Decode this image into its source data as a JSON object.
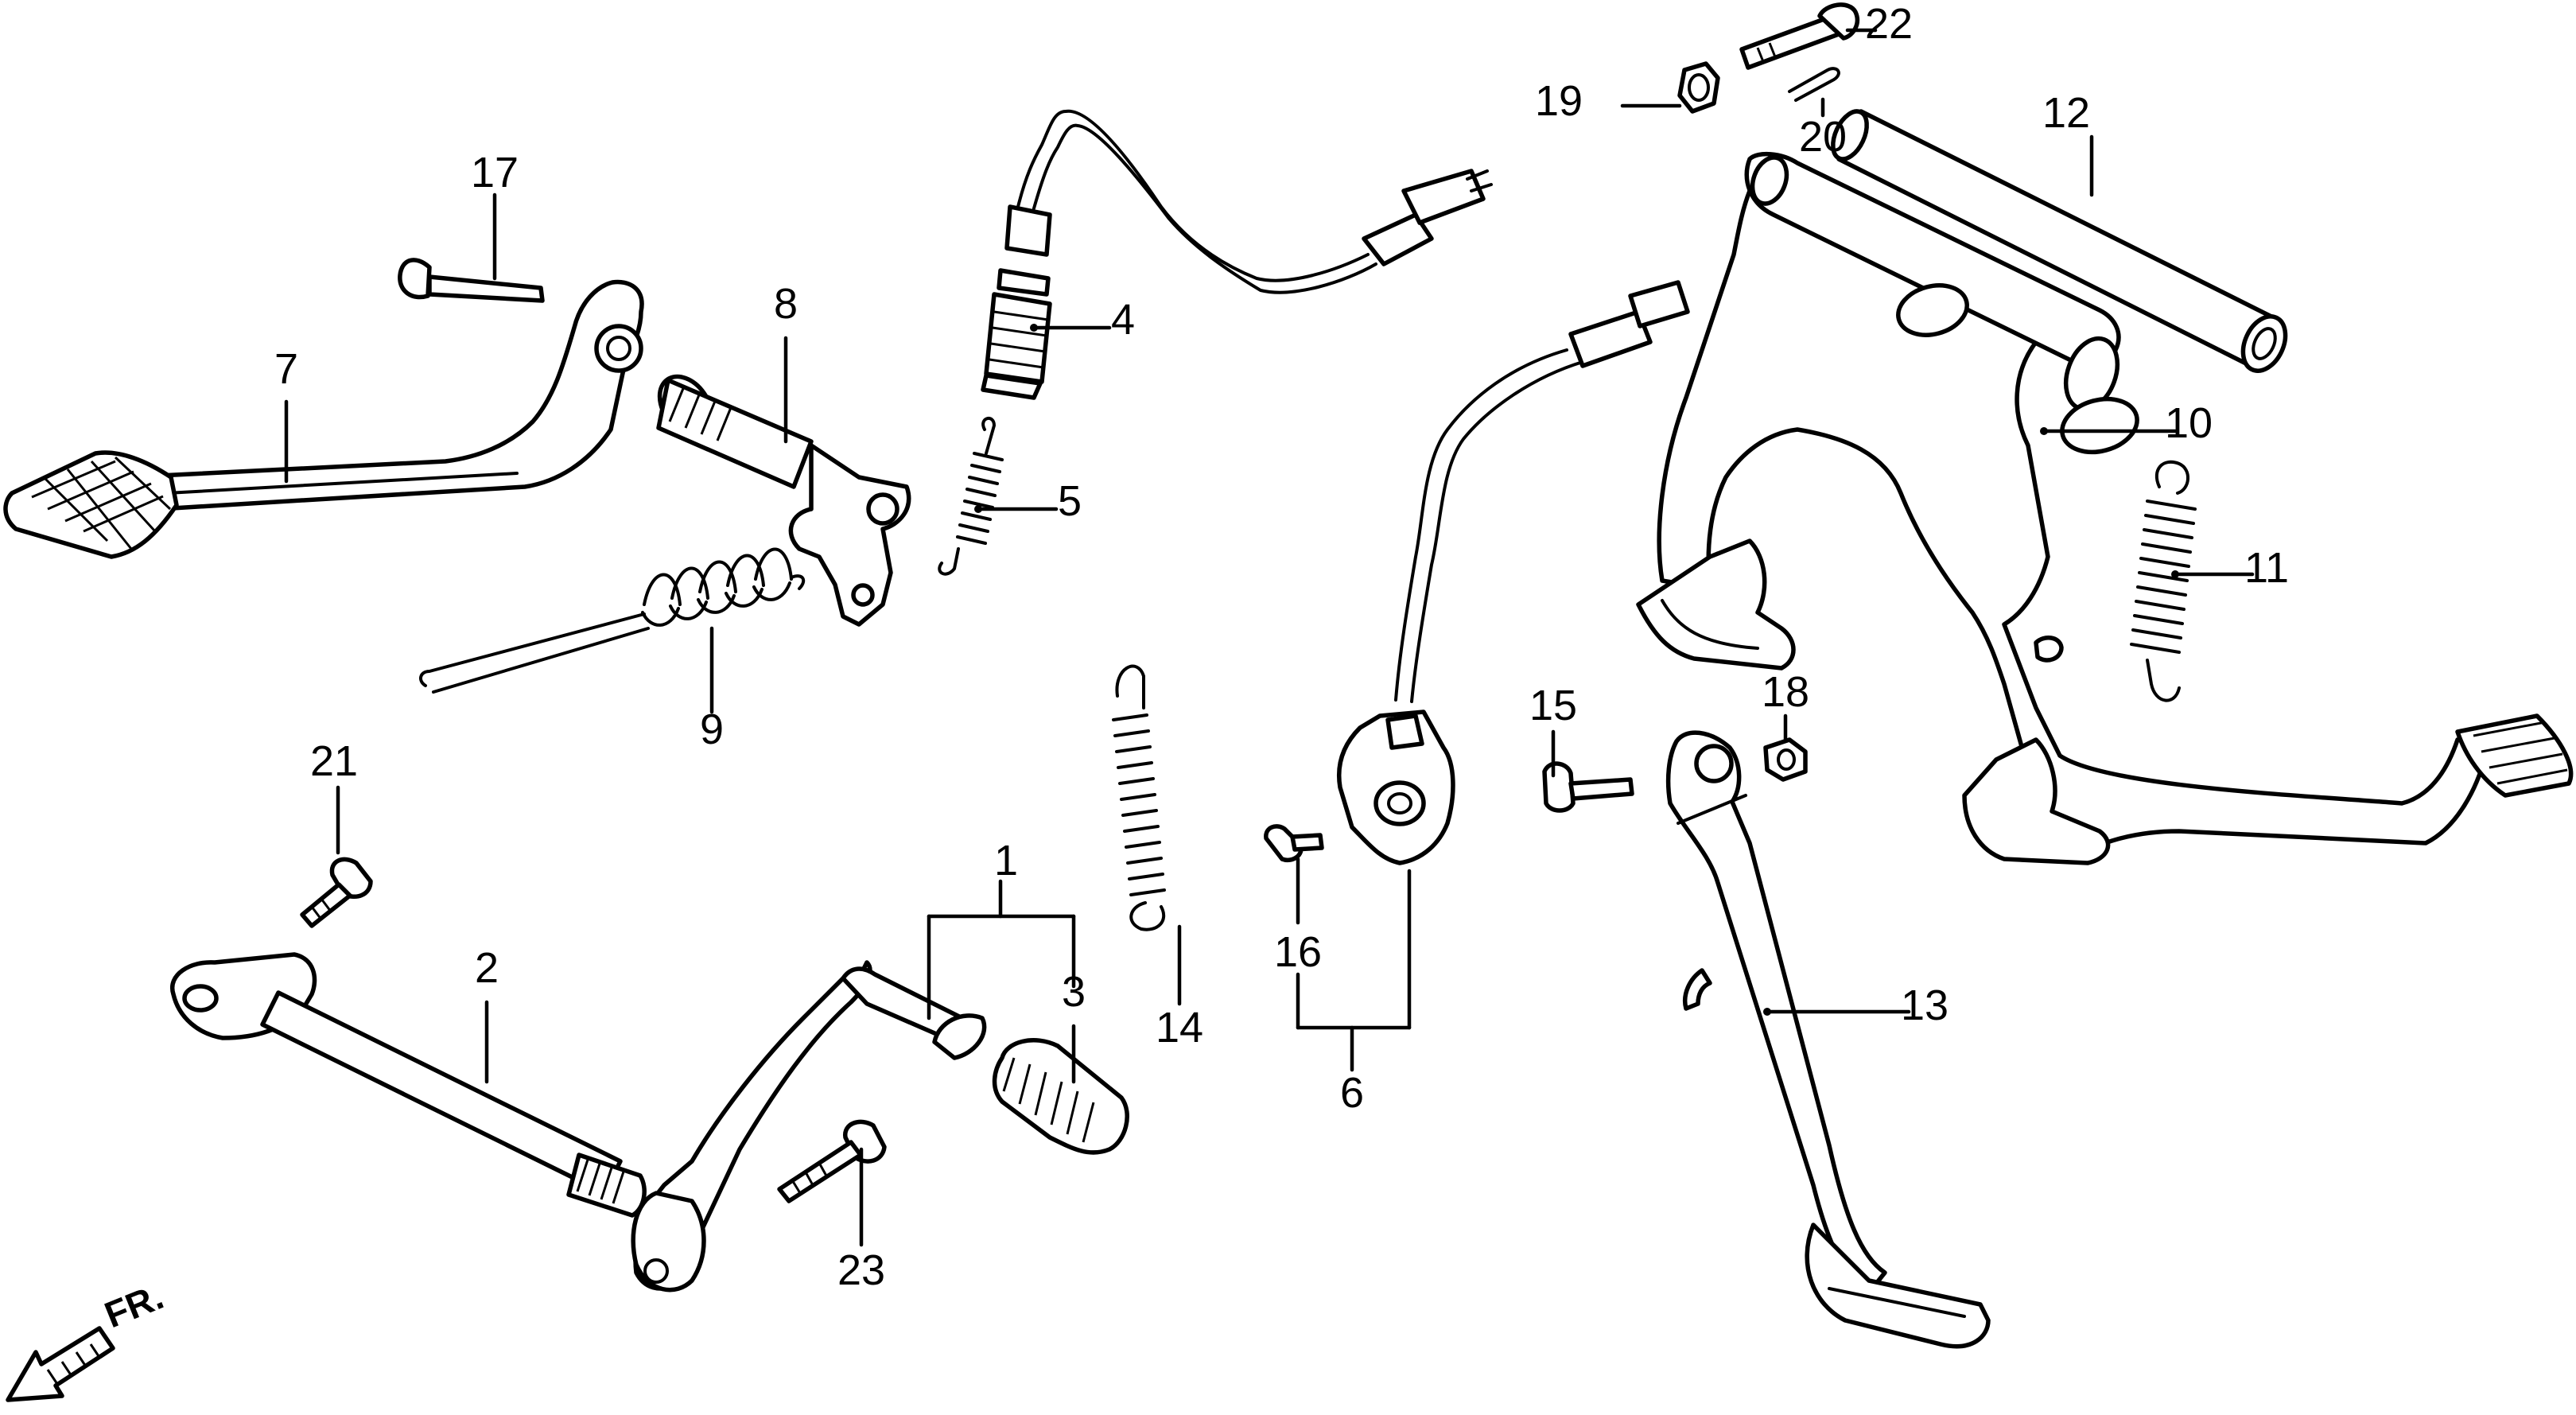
{
  "callouts": [
    {
      "id": "1",
      "label": "1"
    },
    {
      "id": "2",
      "label": "2"
    },
    {
      "id": "3",
      "label": "3"
    },
    {
      "id": "4",
      "label": "4"
    },
    {
      "id": "5",
      "label": "5"
    },
    {
      "id": "6",
      "label": "6"
    },
    {
      "id": "7",
      "label": "7"
    },
    {
      "id": "8",
      "label": "8"
    },
    {
      "id": "9",
      "label": "9"
    },
    {
      "id": "10",
      "label": "10"
    },
    {
      "id": "11",
      "label": "11"
    },
    {
      "id": "12",
      "label": "12"
    },
    {
      "id": "13",
      "label": "13"
    },
    {
      "id": "14",
      "label": "14"
    },
    {
      "id": "15",
      "label": "15"
    },
    {
      "id": "16",
      "label": "16"
    },
    {
      "id": "17",
      "label": "17"
    },
    {
      "id": "18",
      "label": "18"
    },
    {
      "id": "19",
      "label": "19"
    },
    {
      "id": "20",
      "label": "20"
    },
    {
      "id": "21",
      "label": "21"
    },
    {
      "id": "22",
      "label": "22"
    },
    {
      "id": "23",
      "label": "23"
    }
  ],
  "direction_marker": {
    "label": "FR.",
    "icon": "front-arrow-icon"
  },
  "colors": {
    "line": "#000000",
    "background": "#ffffff"
  }
}
